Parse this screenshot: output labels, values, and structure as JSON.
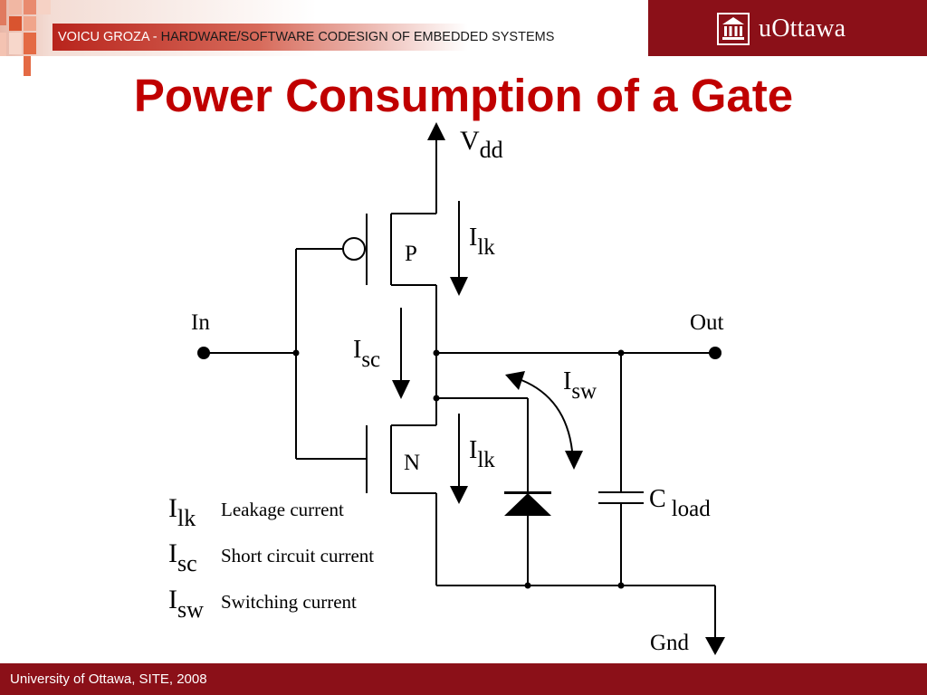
{
  "header": {
    "title_prefix": "VOICU GROZA - ",
    "title_main": "HARDWARE/SOFTWARE CODESIGN OF EMBEDDED SYSTEMS",
    "logo_text": "uOttawa"
  },
  "slide": {
    "title": "Power Consumption of a Gate"
  },
  "diagram": {
    "vdd": {
      "main": "V",
      "sub": "dd"
    },
    "gnd": "Gnd",
    "in": "In",
    "out": "Out",
    "p_label": "P",
    "n_label": "N",
    "ilk_top": {
      "main": "I",
      "sub": "lk"
    },
    "ilk_bottom": {
      "main": "I",
      "sub": "lk"
    },
    "isc": {
      "main": "I",
      "sub": "sc"
    },
    "isw": {
      "main": "I",
      "sub": "sw"
    },
    "cload": {
      "main": "C",
      "sub": "load"
    }
  },
  "legend": [
    {
      "main": "I",
      "sub": "lk",
      "desc": "Leakage current"
    },
    {
      "main": "I",
      "sub": "sc",
      "desc": "Short circuit current"
    },
    {
      "main": "I",
      "sub": "sw",
      "desc": "Switching current"
    }
  ],
  "footer": {
    "text": "University of Ottawa, SITE, 2008"
  }
}
